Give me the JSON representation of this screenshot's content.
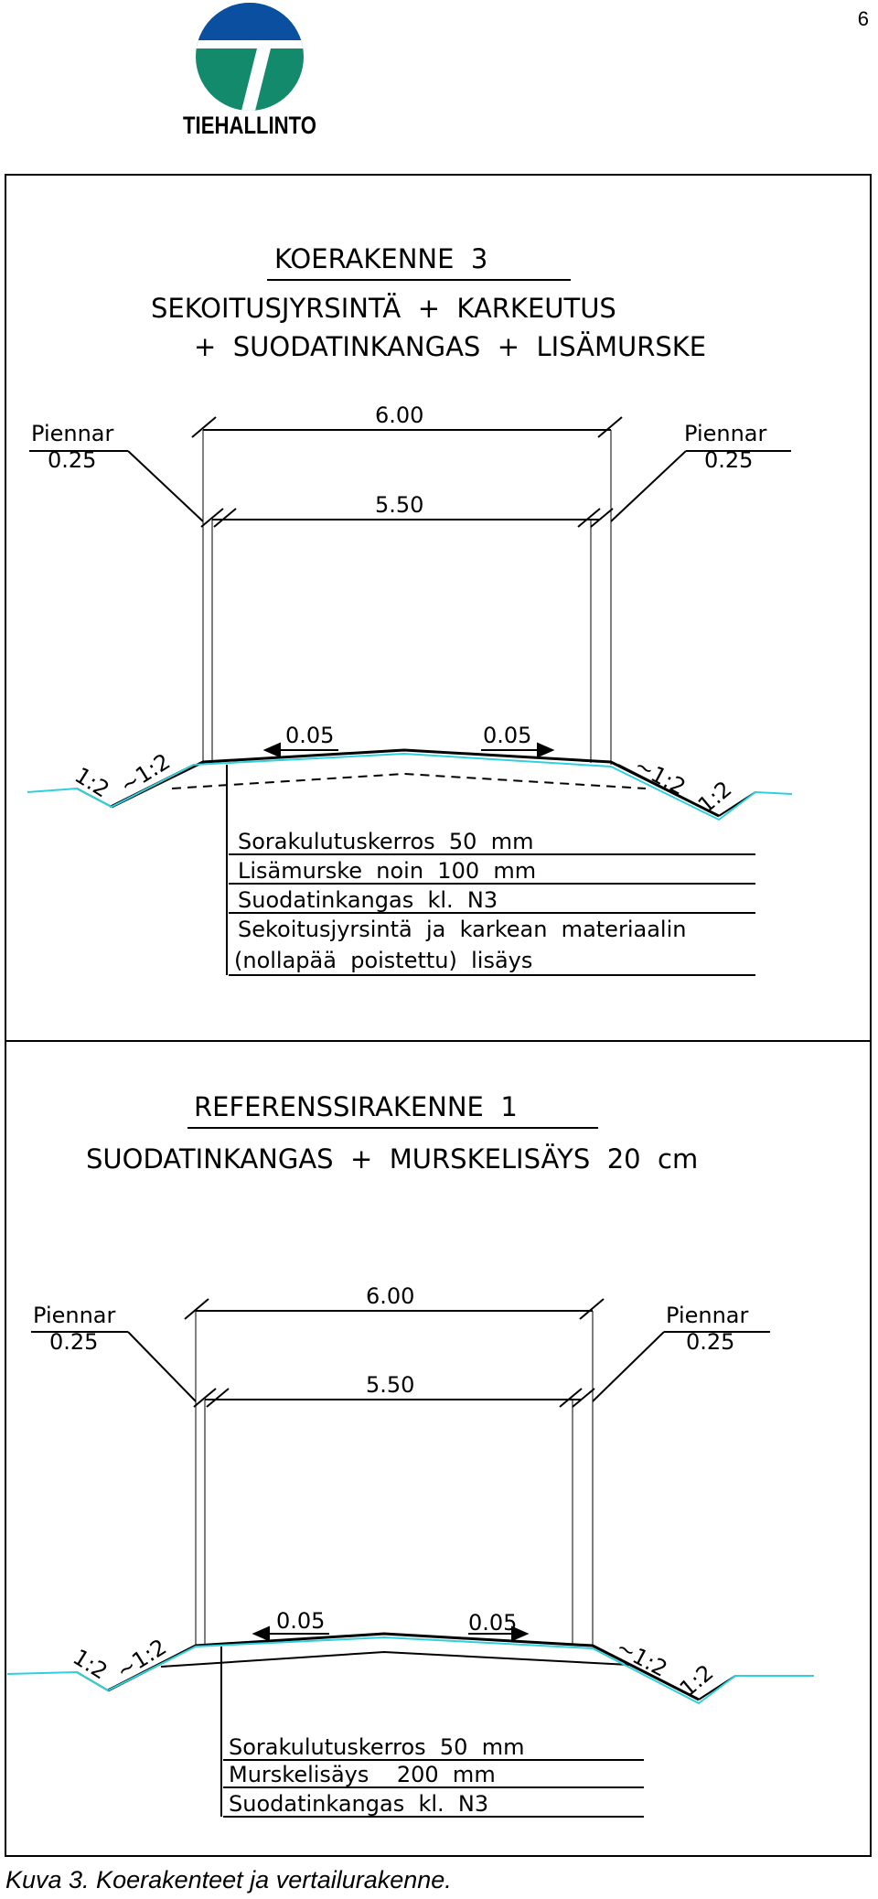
{
  "page_number": "6",
  "logo": {
    "text": "TIEHALLINTO",
    "colors": {
      "blue": "#0a4fa0",
      "green": "#138a6b"
    }
  },
  "panel1": {
    "title": "KOERAKENNE  3",
    "subtitle_line1": "SEKOITUSJYRSINTÄ  +  KARKEUTUS",
    "subtitle_line2": "+  SUODATINKANGAS  +  LISÄMURSKE",
    "piennar_left": "Piennar",
    "piennar_left_value": "0.25",
    "piennar_right": "Piennar",
    "piennar_right_value": "0.25",
    "width_outer": "6.00",
    "width_inner": "5.50",
    "slope_left_outer": "1:2",
    "slope_left_inner": "~1:2",
    "slope_right_inner": "~1:2",
    "slope_right_outer": "1:2",
    "crossfall_left": "0.05",
    "crossfall_right": "0.05",
    "layers": [
      "Sorakulutuskerros  50  mm",
      "Lisämurske  noin  100  mm",
      "Suodatinkangas  kl.  N3",
      "Sekoitusjyrsintä  ja  karkean  materiaalin",
      "(nollapää  poistettu)  lisäys"
    ]
  },
  "panel2": {
    "title": "REFERENSSIRAKENNE  1",
    "subtitle_line1": "SUODATINKANGAS  +  MURSKELISÄYS  20  cm",
    "piennar_left": "Piennar",
    "piennar_left_value": "0.25",
    "piennar_right": "Piennar",
    "piennar_right_value": "0.25",
    "width_outer": "6.00",
    "width_inner": "5.50",
    "slope_left_outer": "1:2",
    "slope_left_inner": "~1:2",
    "slope_right_inner": "~1:2",
    "slope_right_outer": "1:2",
    "crossfall_left": "0.05",
    "crossfall_right": "0.05",
    "layers": [
      "Sorakulutuskerros  50  mm",
      "Murskelisäys    200  mm",
      "Suodatinkangas  kl.  N3"
    ]
  },
  "caption": "Kuva 3. Koerakenteet ja vertailurakenne.",
  "colors": {
    "ground_line": "#2fd0dc",
    "ink": "#000000"
  }
}
